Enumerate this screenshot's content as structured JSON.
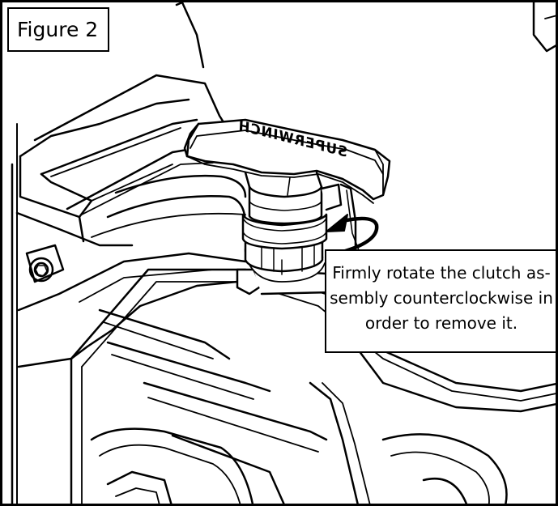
{
  "figure": {
    "label": "Figure 2"
  },
  "handle": {
    "brand": "SUPERWINCH"
  },
  "callout": {
    "lines": [
      "Firmly rotate the clutch as-",
      "sembly counterclockwise in",
      "order to remove it."
    ]
  },
  "colors": {
    "ink": "#000000",
    "paper": "#ffffff",
    "shade": "#f2f2f2"
  },
  "icons": {
    "rotation_arrow": "curved-arrow-counterclockwise-icon"
  }
}
